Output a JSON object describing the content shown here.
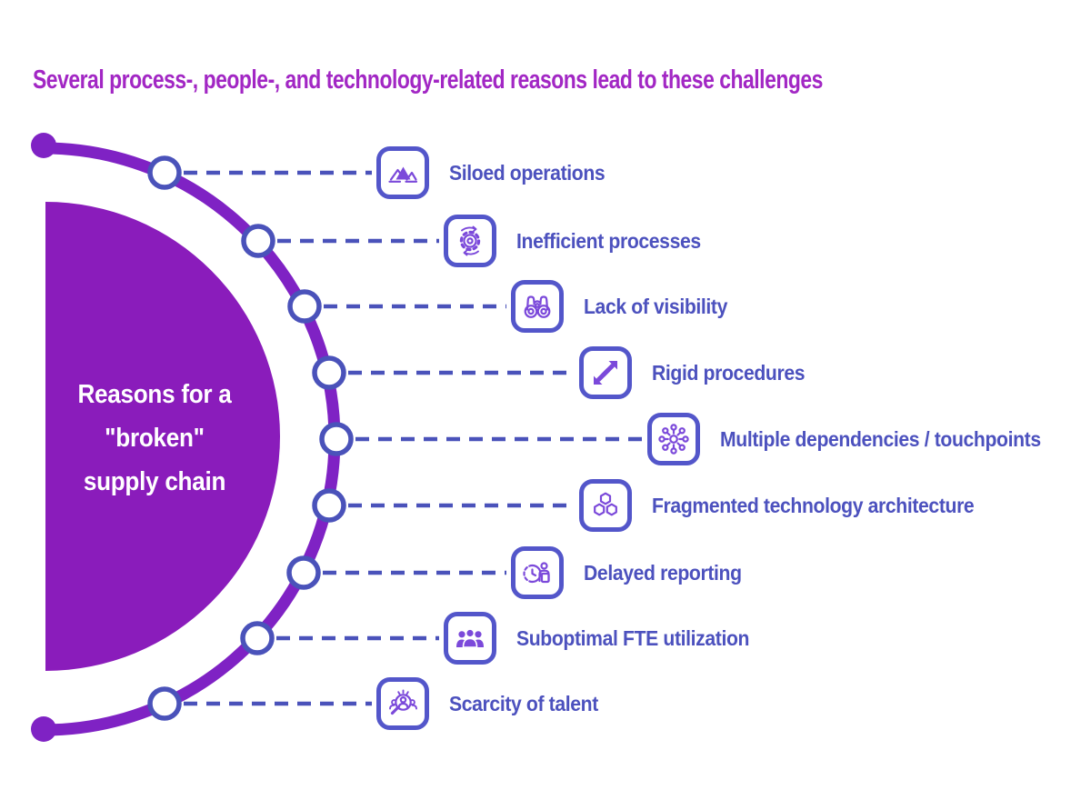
{
  "title": "Several process-, people-, and technology-related reasons lead to these challenges",
  "center": {
    "line1": "Reasons for a",
    "line2": "\"broken\"",
    "line3": "supply chain"
  },
  "items": [
    {
      "label": "Siloed operations",
      "icon": "silos-icon"
    },
    {
      "label": "Inefficient processes",
      "icon": "gear-refresh-icon"
    },
    {
      "label": "Lack of visibility",
      "icon": "binoculars-icon"
    },
    {
      "label": "Rigid procedures",
      "icon": "expand-arrows-icon"
    },
    {
      "label": "Multiple dependencies / touchpoints",
      "icon": "hub-spokes-icon"
    },
    {
      "label": "Fragmented technology architecture",
      "icon": "hexagons-icon"
    },
    {
      "label": "Delayed reporting",
      "icon": "clock-person-icon"
    },
    {
      "label": "Suboptimal FTE utilization",
      "icon": "people-group-icon"
    },
    {
      "label": "Scarcity of talent",
      "icon": "talent-search-icon"
    }
  ],
  "colors": {
    "title_purple": "#A227C4",
    "semicircle_fill": "#8A1CBB",
    "arc_purple": "#7F22C4",
    "node_indigo": "#4A52BA",
    "box_border_indigo": "#5356CA",
    "icon_purple": "#7B49DA",
    "label_indigo": "#4C51BE",
    "center_text": "#FFFFFF"
  }
}
